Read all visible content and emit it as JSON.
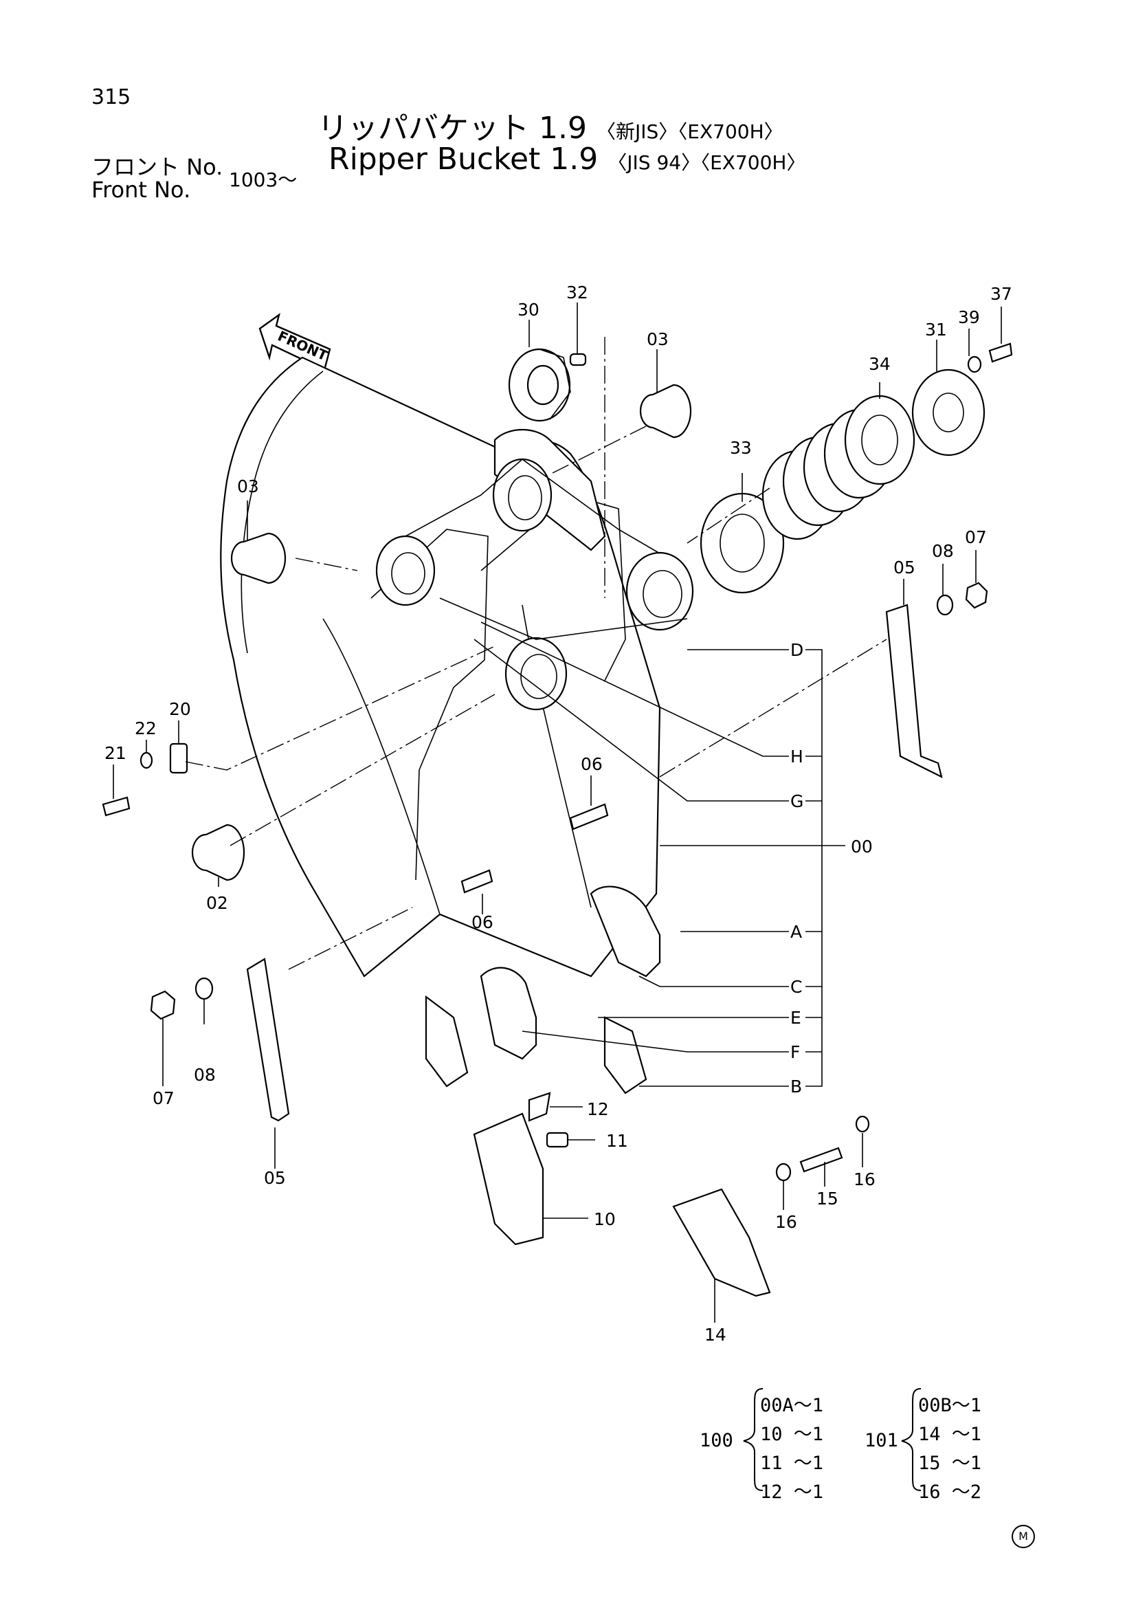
{
  "header": {
    "page_number": "315",
    "title_jp": "リッパバケット 1.9",
    "title_jp_tags": "〈新JIS〉〈EX700H〉",
    "title_en": "Ripper  Bucket  1.9",
    "title_en_tags": "〈JIS 94〉〈EX700H〉",
    "front_label_jp": "フロント No.",
    "front_label_en": "Front     No.",
    "front_range": "1003～"
  },
  "diagram": {
    "front_arrow_label": "FRONT",
    "callouts": {
      "c30": "30",
      "c32": "32",
      "c03a": "03",
      "c03b": "03",
      "c31": "31",
      "c39": "39",
      "c37": "37",
      "c34": "34",
      "c33": "33",
      "c05a": "05",
      "c05b": "05",
      "c08a": "08",
      "c08b": "08",
      "c07a": "07",
      "c07b": "07",
      "c20": "20",
      "c22": "22",
      "c21": "21",
      "c02": "02",
      "c06a": "06",
      "c06b": "06",
      "c12": "12",
      "c11": "11",
      "c10": "10",
      "c14": "14",
      "c15": "15",
      "c16a": "16",
      "c16b": "16",
      "c00": "00"
    },
    "letters": {
      "D": "D",
      "H": "H",
      "G": "G",
      "A": "A",
      "C": "C",
      "E": "E",
      "F": "F",
      "B": "B"
    }
  },
  "kits": {
    "kit100": {
      "number": "100",
      "items": [
        "00A～1",
        "10 ～1",
        "11 ～1",
        "12 ～1"
      ]
    },
    "kit101": {
      "number": "101",
      "items": [
        "00B～1",
        "14 ～1",
        "15 ～1",
        "16 ～2"
      ]
    }
  },
  "mark": "M"
}
